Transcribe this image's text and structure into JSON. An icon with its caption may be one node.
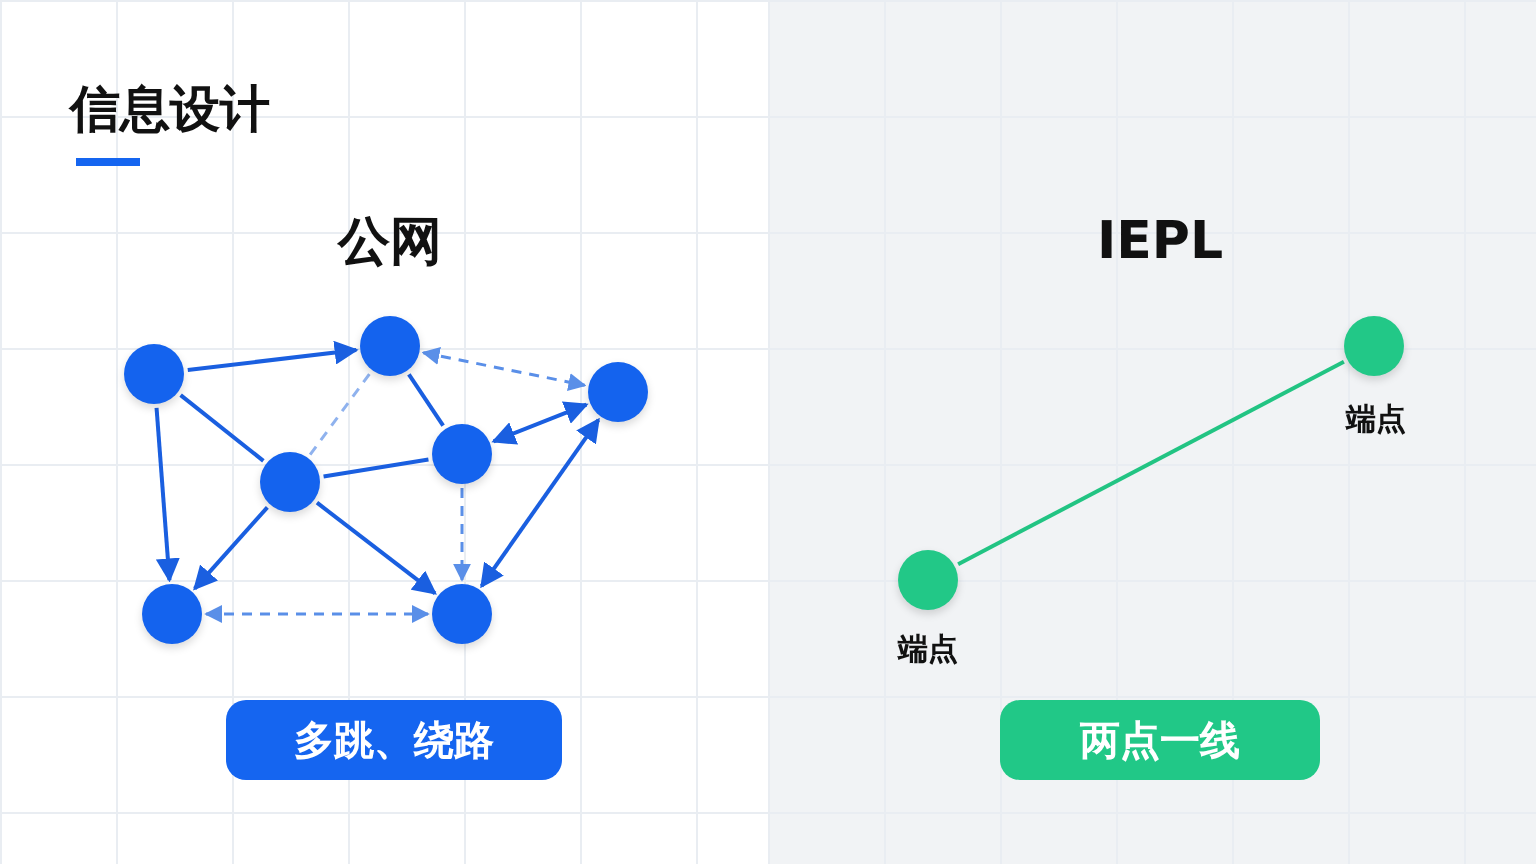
{
  "diagram": {
    "title": "信息设计",
    "nodes": [
      {
        "text": [],
        "shape": "circle"
      },
      {
        "text": [],
        "shape": "circle"
      },
      {
        "text": [],
        "shape": "circle"
      },
      {
        "text": [],
        "shape": "circle"
      },
      {
        "text": [],
        "shape": "circle"
      },
      {
        "text": [],
        "shape": "circle"
      },
      {
        "text": [],
        "shape": "circle"
      },
      {
        "text": [],
        "shape": "circle",
        "beside": [
          "端点"
        ]
      },
      {
        "text": [],
        "shape": "circle",
        "beside": [
          "端点"
        ]
      },
      {
        "text": [
          "多跳、绕路"
        ]
      },
      {
        "text": [
          "两点一线"
        ]
      }
    ],
    "edges": [
      {
        "from": 0,
        "to": 1,
        "arrow": "to"
      },
      {
        "from": 1,
        "to": 2,
        "arrow": "both",
        "style": "dashed",
        "color": "#5a8fe8"
      },
      {
        "from": 0,
        "to": 5,
        "arrow": "to"
      },
      {
        "from": 0,
        "to": 4,
        "arrow": "none"
      },
      {
        "from": 4,
        "to": 1,
        "arrow": "none",
        "style": "dashed",
        "color": "#8fb2ee"
      },
      {
        "from": 1,
        "to": 3,
        "arrow": "none"
      },
      {
        "from": 4,
        "to": 3,
        "arrow": "none"
      },
      {
        "from": 3,
        "to": 2,
        "arrow": "both"
      },
      {
        "from": 4,
        "to": 5,
        "arrow": "to"
      },
      {
        "from": 4,
        "to": 6,
        "arrow": "to"
      },
      {
        "from": 3,
        "to": 6,
        "arrow": "to",
        "style": "dashed",
        "color": "#5a8fe8"
      },
      {
        "from": 2,
        "to": 6,
        "arrow": "both"
      },
      {
        "from": 5,
        "to": 6,
        "arrow": "both",
        "style": "dashed",
        "color": "#5a8fe8"
      },
      {
        "from": 8,
        "to": 7,
        "arrow": "none",
        "color": "#22c483"
      }
    ],
    "labels": [
      "公网",
      "IEPL"
    ]
  }
}
